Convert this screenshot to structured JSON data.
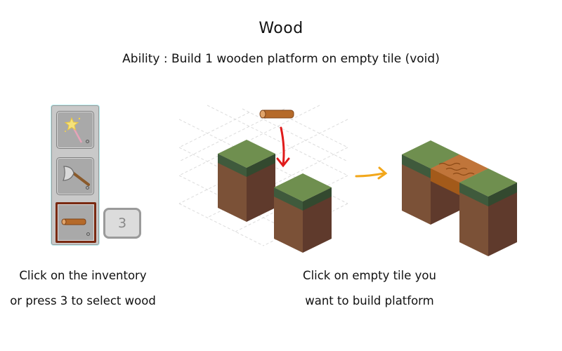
{
  "header": {
    "title": "Wood",
    "ability": "Ability : Build 1 wooden platform on empty tile (void)"
  },
  "inventory": {
    "slots": [
      {
        "item": "magic-wand-icon",
        "selected": false
      },
      {
        "item": "axe-icon",
        "selected": false
      },
      {
        "item": "wood-log-icon",
        "selected": true
      }
    ],
    "wood_count": "3"
  },
  "instructions": {
    "left_line1": "Click on the inventory",
    "left_line2": "or press 3 to select wood",
    "right_line1": "Click on empty tile you",
    "right_line2": "want to build platform"
  },
  "colors": {
    "grass_top": "#6f8f4f",
    "grass_side": "#3f5a3c",
    "dirt_light": "#7b5137",
    "dirt_dark": "#5f3a2c",
    "wood": "#b56a2a",
    "arrow_red": "#e01b1b",
    "arrow_orange": "#f2a71b",
    "selected_border": "#7a2a12"
  }
}
